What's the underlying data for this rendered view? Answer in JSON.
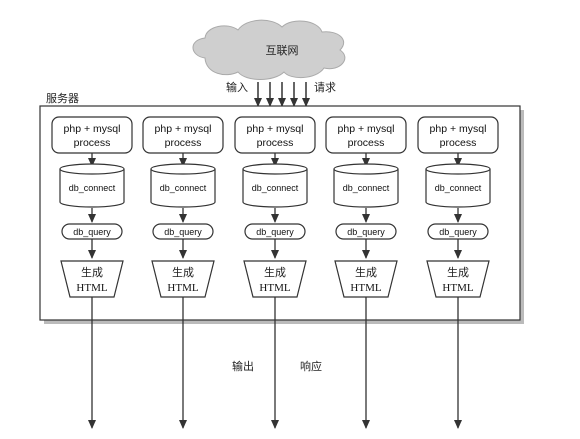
{
  "cloud": {
    "label": "互联网"
  },
  "labels": {
    "input": "输入",
    "request": "请求",
    "server": "服务器",
    "output": "输出",
    "response": "响应"
  },
  "process": {
    "line1": "php + mysql",
    "line2": "process",
    "db_connect": "db_connect",
    "db_query": "db_query",
    "gen_line1": "生成",
    "gen_line2": "HTML"
  },
  "column_count": 5,
  "colors": {
    "stroke": "#333333",
    "cloud_fill": "#cfcfcf",
    "server_fill": "#ffffff",
    "shadow": "#bbbbbb"
  }
}
